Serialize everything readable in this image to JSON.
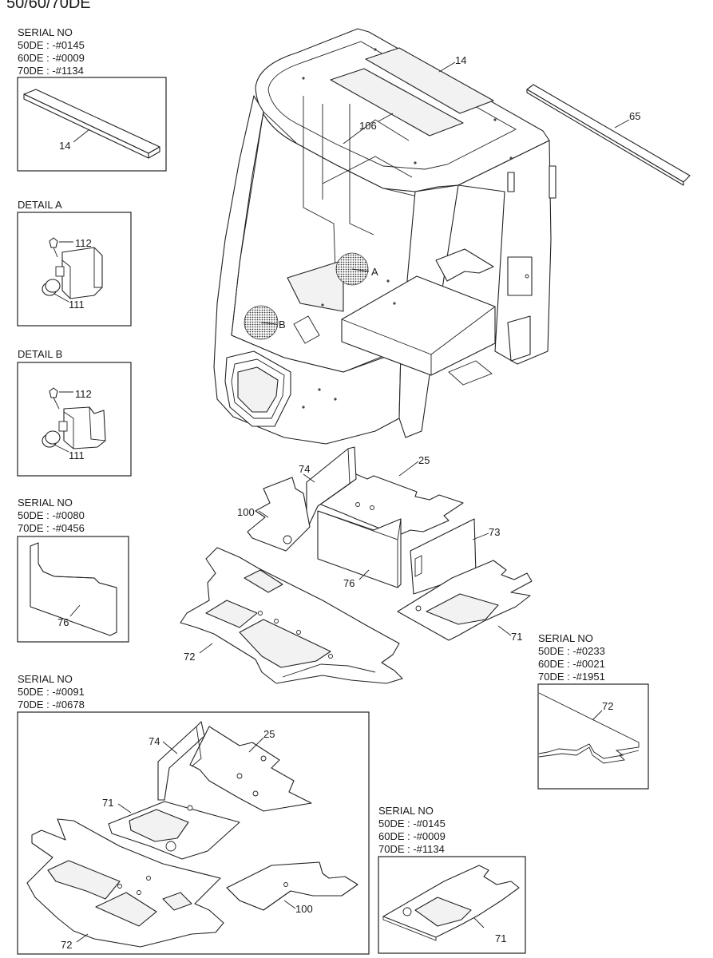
{
  "title": "50/60/70DE",
  "boxes": {
    "box14": {
      "serial_heading": "SERIAL NO",
      "serial_lines": [
        "50DE : -#0145",
        "60DE : -#0009",
        "70DE : -#1134"
      ],
      "part": "14"
    },
    "detail_a": {
      "heading": "DETAIL A",
      "parts": [
        "112",
        "111"
      ]
    },
    "detail_b": {
      "heading": "DETAIL B",
      "parts": [
        "112",
        "111"
      ]
    },
    "box76": {
      "serial_heading": "SERIAL NO",
      "serial_lines": [
        "50DE : -#0080",
        "70DE : -#0456"
      ],
      "part": "76"
    },
    "box_bottom": {
      "serial_heading": "SERIAL NO",
      "serial_lines": [
        "50DE : -#0091",
        "70DE : -#0678"
      ],
      "parts": [
        "74",
        "25",
        "71",
        "100",
        "72"
      ]
    },
    "box72": {
      "serial_heading": "SERIAL NO",
      "serial_lines": [
        "50DE : -#0233",
        "60DE : -#0021",
        "70DE : -#1951"
      ],
      "part": "72"
    },
    "box71": {
      "serial_heading": "SERIAL NO",
      "serial_lines": [
        "50DE : -#0145",
        "60DE : -#0009",
        "70DE : -#1134"
      ],
      "part": "71"
    }
  },
  "main": {
    "cabin_callouts": [
      "14",
      "106",
      "65"
    ],
    "detail_markers": [
      "A",
      "B"
    ],
    "floor_callouts": [
      "74",
      "25",
      "100",
      "73",
      "76",
      "71",
      "72"
    ]
  }
}
